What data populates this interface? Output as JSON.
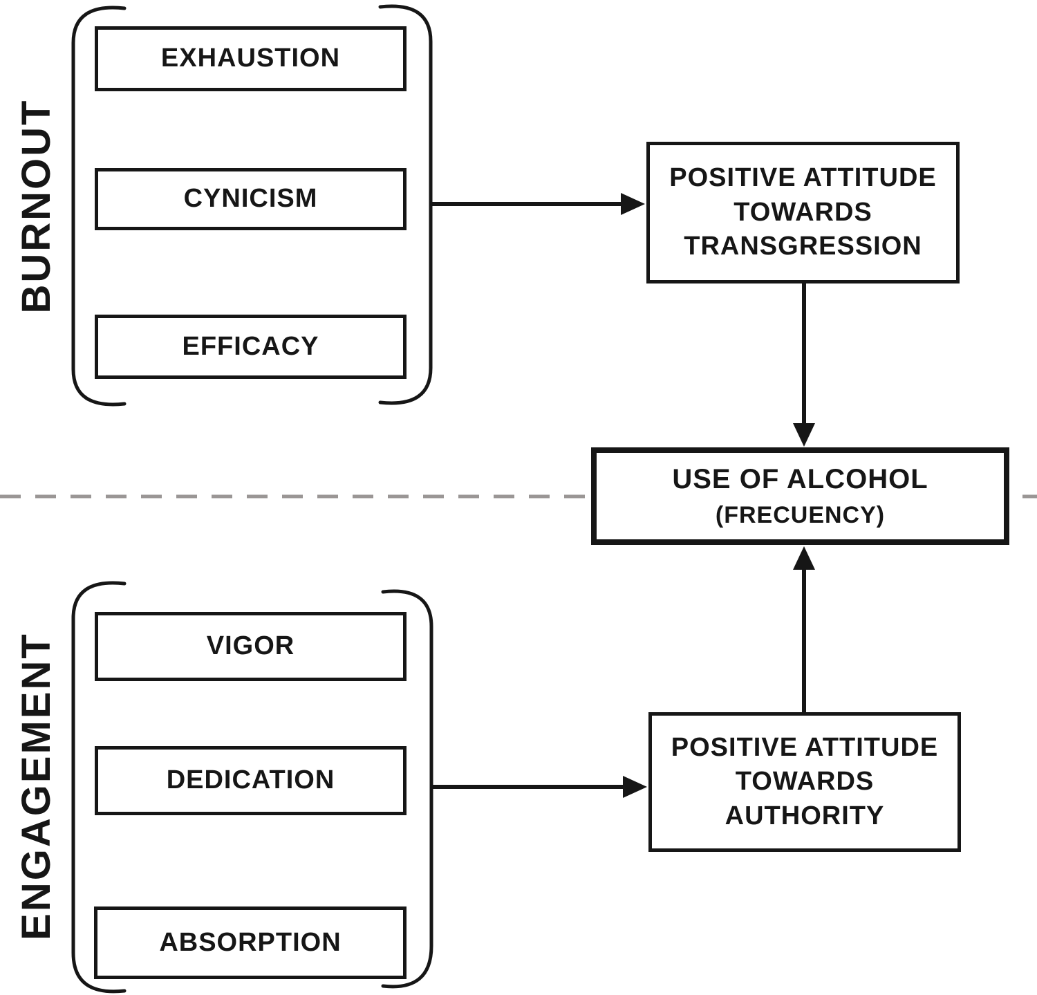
{
  "colors": {
    "ink": "#161616",
    "dash_gray": "#9a9695",
    "background": "#ffffff"
  },
  "burnout_group": {
    "label": "BURNOUT",
    "boxes": {
      "exhaustion": "EXHAUSTION",
      "cynicism": "CYNICISM",
      "efficacy": "EFFICACY"
    }
  },
  "engagement_group": {
    "label": "ENGAGEMENT",
    "boxes": {
      "vigor": "VIGOR",
      "dedication": "DEDICATION",
      "absorption": "ABSORPTION"
    }
  },
  "transgression_box": {
    "line1": "POSITIVE ATTITUDE",
    "line2": "TOWARDS",
    "line3": "TRANSGRESSION"
  },
  "alcohol_box": {
    "line1": "USE OF ALCOHOL",
    "line2": "(FRECUENCY)"
  },
  "authority_box": {
    "line1": "POSITIVE ATTITUDE",
    "line2": "TOWARDS",
    "line3": "AUTHORITY"
  }
}
